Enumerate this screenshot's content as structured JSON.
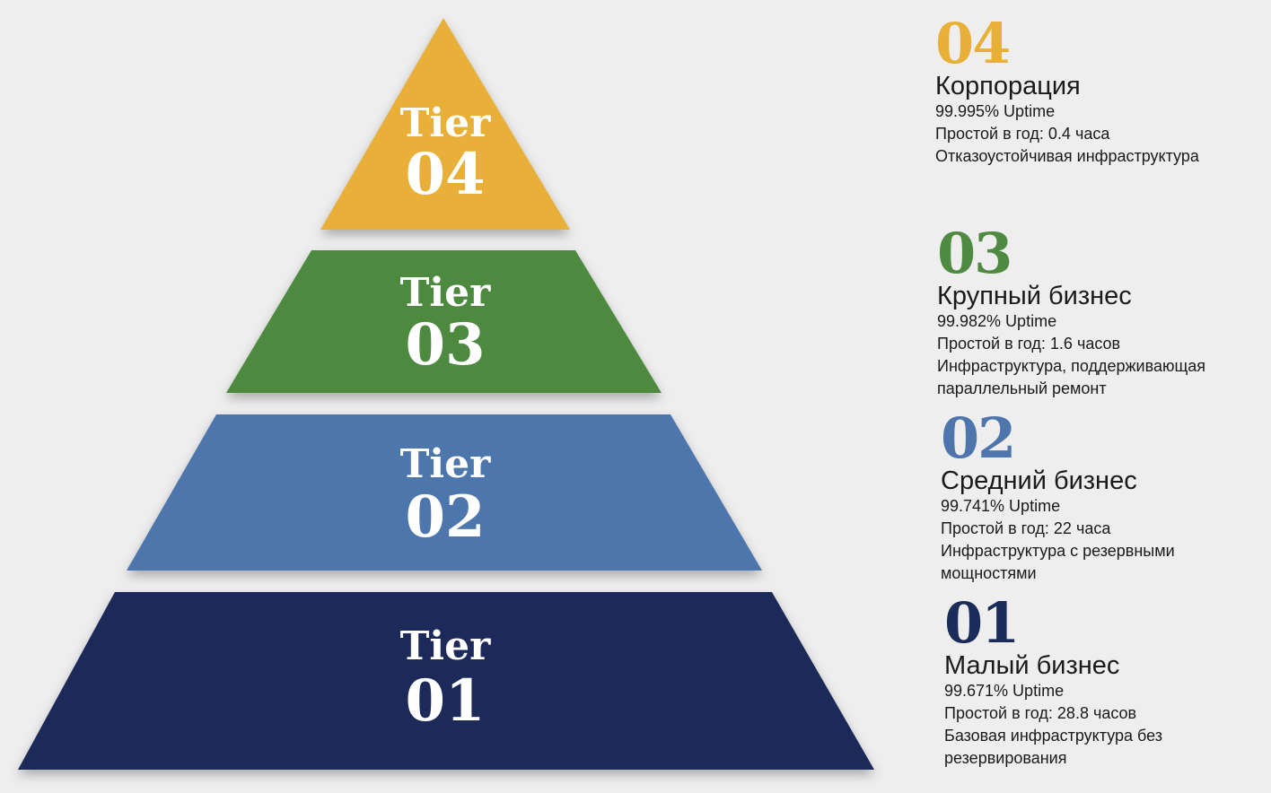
{
  "colors": {
    "tier04": "#e8b038",
    "tier03": "#4e8a3f",
    "tier02": "#4e76ad",
    "tier01": "#1c2c5a"
  },
  "pyramid": [
    {
      "word": "Tier",
      "num": "04"
    },
    {
      "word": "Tier",
      "num": "03"
    },
    {
      "word": "Tier",
      "num": "02"
    },
    {
      "word": "Tier",
      "num": "01"
    }
  ],
  "descriptions": [
    {
      "num": "04",
      "title": "Корпорация",
      "uptime": "99.995% Uptime",
      "downtime": "Простой в год: 0.4 часа",
      "infra": "Отказоустойчивая инфраструктура"
    },
    {
      "num": "03",
      "title": "Крупный бизнес",
      "uptime": "99.982% Uptime",
      "downtime": "Простой в год: 1.6 часов",
      "infra": "Инфраструктура, поддерживающая параллельный ремонт"
    },
    {
      "num": "02",
      "title": "Средний бизнес",
      "uptime": "99.741% Uptime",
      "downtime": "Простой в год: 22 часа",
      "infra": "Инфраструктура с резервными мощностями"
    },
    {
      "num": "01",
      "title": "Малый бизнес",
      "uptime": "99.671% Uptime",
      "downtime": "Простой в год: 28.8 часов",
      "infra": "Базовая инфраструктура без резервирования"
    }
  ]
}
